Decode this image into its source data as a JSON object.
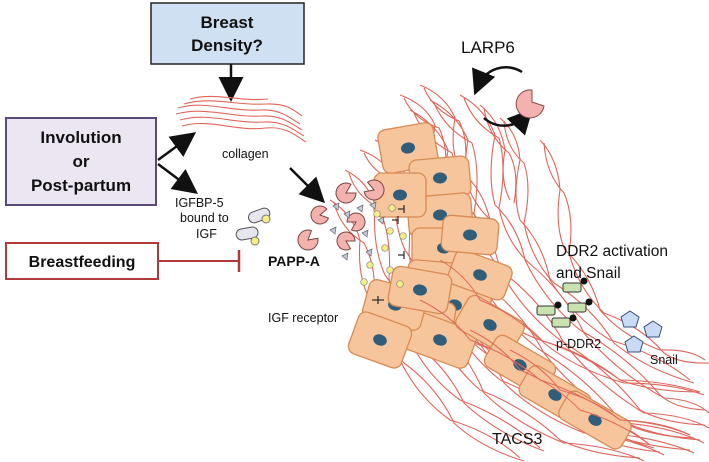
{
  "boxes": {
    "breast_density": [
      "Breast",
      "Density?"
    ],
    "involution": [
      "Involution",
      "or",
      "Post-partum"
    ],
    "breastfeeding": "Breastfeeding"
  },
  "labels": {
    "larp6": "LARP6",
    "collagen": "collagen",
    "igfbp5": [
      "IGFBP-5",
      "bound to",
      "IGF"
    ],
    "pappa": "PAPP-A",
    "igf_receptor": "IGF receptor",
    "ddr2": [
      "DDR2 activation",
      "and Snail"
    ],
    "p_ddr2": "p-DDR2",
    "snail": "Snail",
    "tacs3": "TACS3"
  },
  "colors": {
    "density_box": "#cfe0f3",
    "involution_box": "#ece6f3",
    "breastfeeding_border": "#b03a3a",
    "collagen": "#e0655a",
    "cell_fill": "#f7c59c",
    "cell_stroke": "#d78b54",
    "nucleus": "#2f5d7a",
    "pappa": "#f4b2ae",
    "igf": "#f4ef84",
    "snail": "#c8daf4",
    "ddr2": "#c9e2b0"
  }
}
